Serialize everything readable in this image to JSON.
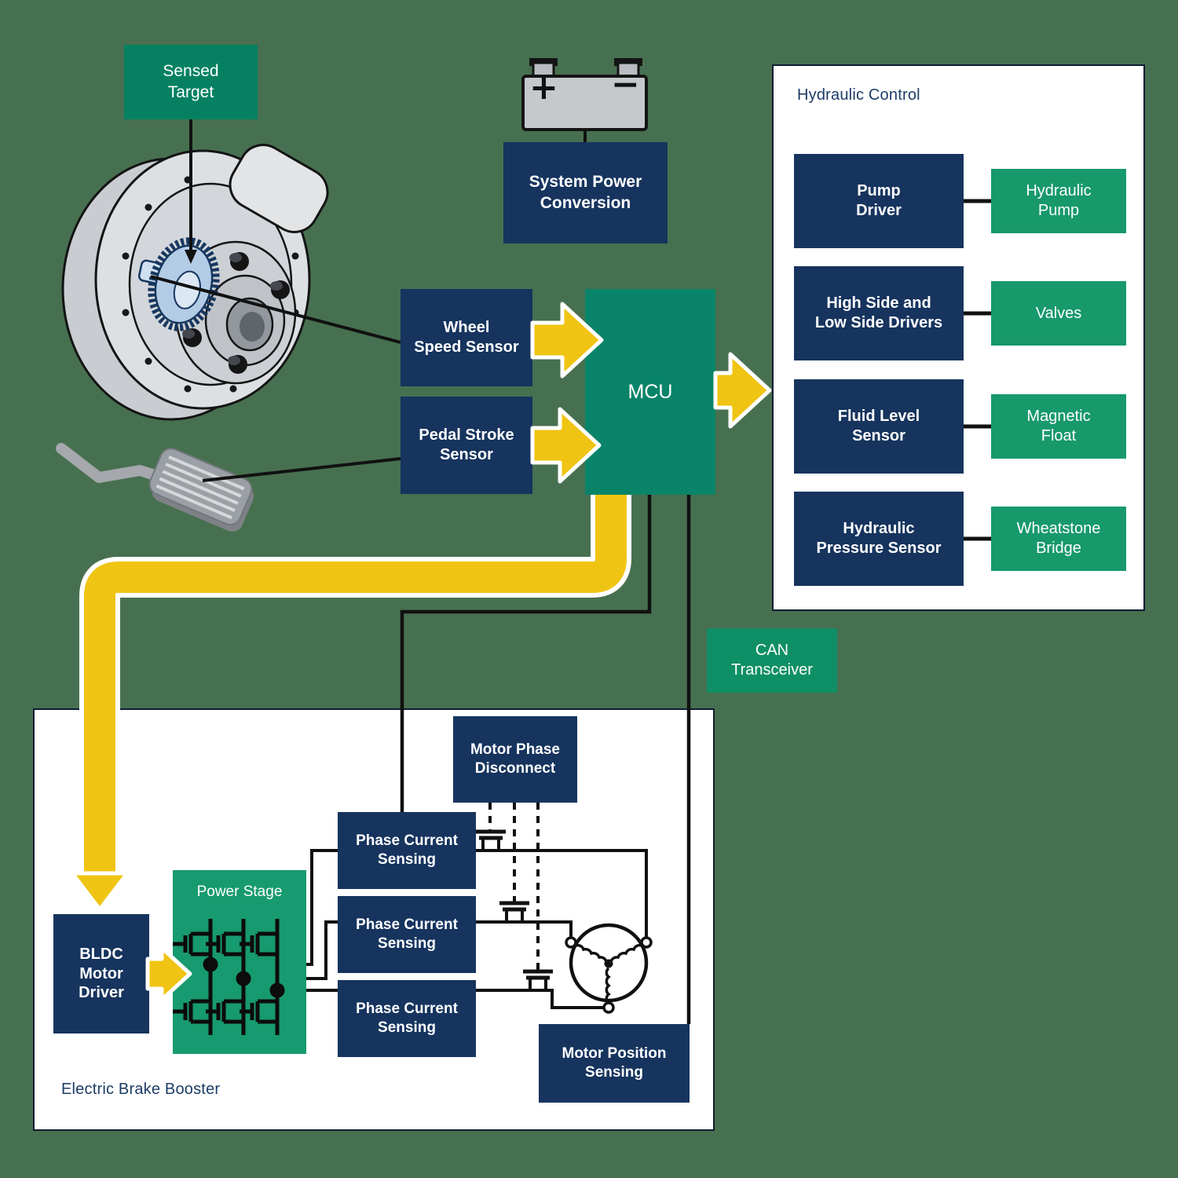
{
  "colors": {
    "background": "#477050",
    "navy": "#16345e",
    "panel_white": "#ffffff",
    "green_sensed_target": "#058162",
    "green_mcu": "#098468",
    "green_can": "#0f8f66",
    "green_hydraulic": "#17996b",
    "green_power_stage": "#179a6f",
    "yellow_arrow": "#f0c413",
    "wire_black": "#111111",
    "title_text": "#1d3c66"
  },
  "blocks": {
    "sensed_target": {
      "label": "Sensed\nTarget"
    },
    "system_power_conversion": {
      "label": "System Power\nConversion"
    },
    "wheel_speed_sensor": {
      "label": "Wheel\nSpeed Sensor"
    },
    "pedal_stroke_sensor": {
      "label": "Pedal Stroke\nSensor"
    },
    "mcu": {
      "label": "MCU"
    },
    "can_transceiver": {
      "label": "CAN\nTransceiver"
    }
  },
  "battery": {
    "plus": "+",
    "minus": "−"
  },
  "hydraulic_control": {
    "title": "Hydraulic Control",
    "rows": [
      {
        "driver": "Pump\nDriver",
        "component": "Hydraulic\nPump"
      },
      {
        "driver": "High Side and\nLow Side Drivers",
        "component": "Valves"
      },
      {
        "driver": "Fluid Level\nSensor",
        "component": "Magnetic\nFloat"
      },
      {
        "driver": "Hydraulic\nPressure Sensor",
        "component": "Wheatstone\nBridge"
      }
    ]
  },
  "electric_brake_booster": {
    "title": "Electric Brake Booster",
    "bldc_motor_driver": "BLDC\nMotor\nDriver",
    "power_stage": "Power Stage",
    "phase_current_sensing": "Phase Current\nSensing",
    "motor_phase_disconnect": "Motor Phase\nDisconnect",
    "motor_position_sensing": "Motor Position\nSensing"
  }
}
